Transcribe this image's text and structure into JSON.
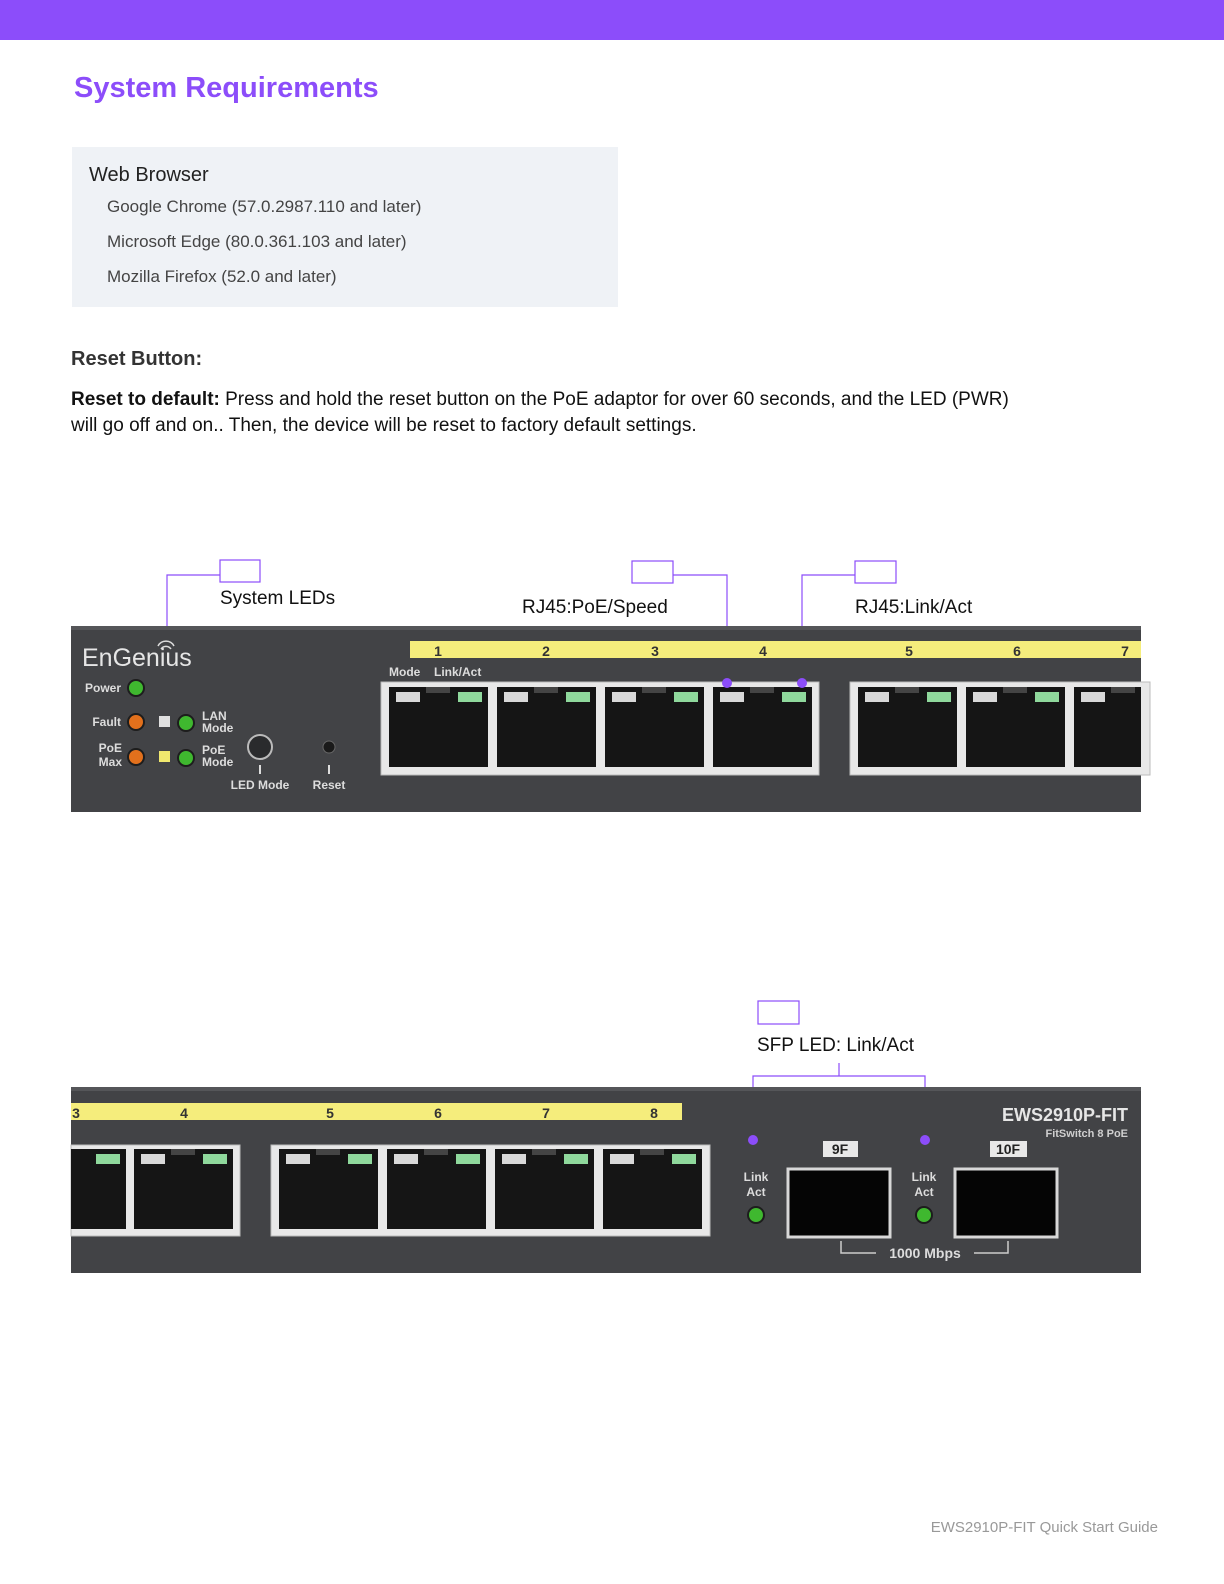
{
  "page": {
    "title": "System Requirements",
    "footer": "EWS2910P-FIT Quick Start Guide"
  },
  "requirements": {
    "heading": "Web Browser",
    "items": [
      "Google Chrome (57.0.2987.110 and later)",
      "Microsoft Edge (80.0.361.103 and later)",
      "Mozilla Firefox (52.0 and later)"
    ]
  },
  "reset": {
    "heading": "Reset Button:",
    "lead": "Reset to default:",
    "text": " Press and hold the reset button on the PoE adaptor for over 60 seconds, and the LED (PWR) will go off and on.. Then, the device will be reset to factory default settings."
  },
  "callouts": {
    "system_leds": "System LEDs",
    "poe_speed": "RJ45:PoE/Speed",
    "link_act": "RJ45:Link/Act",
    "sfp_led": "SFP LED: Link/Act"
  },
  "device": {
    "brand": "EnGenius",
    "model": "EWS2910P-FIT",
    "subtitle": "FitSwitch 8 PoE",
    "led_power": "Power",
    "led_fault": "Fault",
    "led_poe_max_1": "PoE",
    "led_poe_max_2": "Max",
    "led_lan_mode_1": "LAN",
    "led_lan_mode_2": "Mode",
    "led_poe_mode_1": "PoE",
    "led_poe_mode_2": "Mode",
    "led_mode_button": "LED Mode",
    "reset_label": "Reset",
    "port_header_mode": "Mode",
    "port_header_linkact": "Link/Act",
    "ports_top": [
      "1",
      "2",
      "3",
      "4",
      "5",
      "6",
      "7"
    ],
    "ports_bottom": [
      "3",
      "4",
      "5",
      "6",
      "7",
      "8"
    ],
    "sfp_link_1": "Link",
    "sfp_act_1": "Act",
    "sfp_link_2": "Link",
    "sfp_act_2": "Act",
    "sfp_port_1": "9F",
    "sfp_port_2": "10F",
    "sfp_speed": "1000 Mbps"
  },
  "colors": {
    "accent": "#8c4dfa",
    "panel": "#424346",
    "port_strip": "#f5ed7c",
    "led_green": "#3fb82f",
    "led_orange": "#e2701c"
  }
}
